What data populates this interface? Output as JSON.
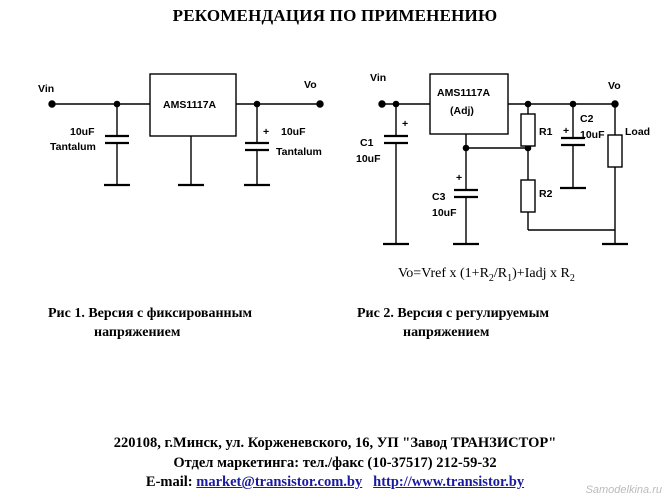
{
  "title": "РЕКОМЕНДАЦИЯ ПО ПРИМЕНЕНИЮ",
  "fig1": {
    "vin": "Vin",
    "vo": "Vo",
    "chip": "AMS1117A",
    "cin_value": "10uF",
    "cin_type": "Tantalum",
    "cout_value": "10uF",
    "cout_type": "Tantalum",
    "plus": "+",
    "caption_line1": "Рис 1. Версия с фиксированным",
    "caption_line2": "напряжением"
  },
  "fig2": {
    "vin": "Vin",
    "vo": "Vo",
    "chip_line1": "AMS1117A",
    "chip_line2": "(Adj)",
    "c1_name": "C1",
    "c1_value": "10uF",
    "c2_name": "C2",
    "c2_value": "10uF",
    "c3_name": "C3",
    "c3_value": "10uF",
    "r1": "R1",
    "r2": "R2",
    "load": "Load",
    "plus": "+",
    "formula_main": "Vo=Vref x (1+R",
    "formula_sub1": "2",
    "formula_mid": "/R",
    "formula_sub2": "1",
    "formula_end": ")+Iadj x R",
    "formula_sub3": "2",
    "caption_line1": "Рис 2. Версия с регулируемым",
    "caption_line2": "напряжением"
  },
  "footer": {
    "line1": "220108, г.Минск, ул. Корженевского, 16,   УП \"Завод ТРАНЗИСТОР\"",
    "line2": "Отдел маркетинга:  тел./факс (10-37517) 212-59-32",
    "email_label": "E-mail:",
    "email": "market@transistor.com.by",
    "website": "http://www.transistor.by"
  },
  "watermark": "Samodelkina.ru"
}
